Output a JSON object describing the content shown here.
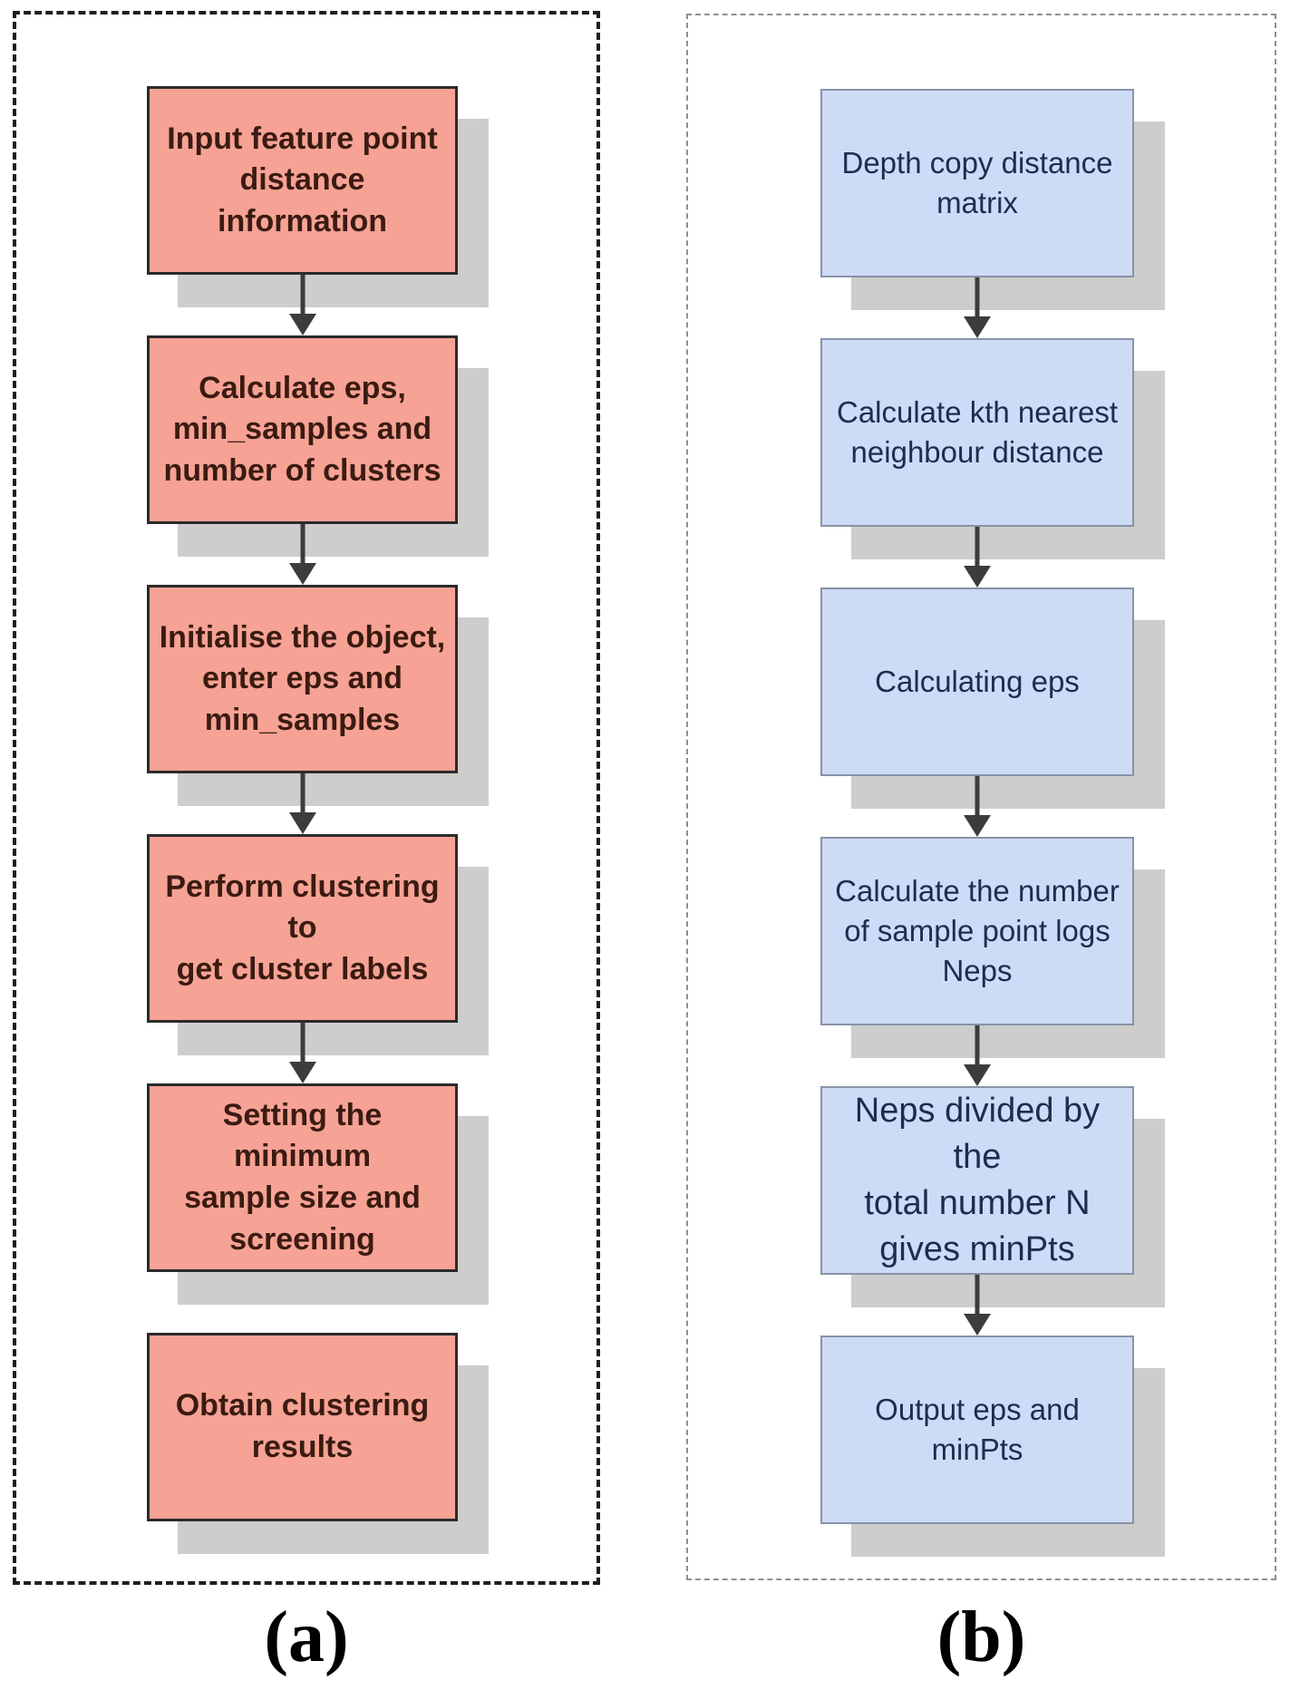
{
  "figure": {
    "shadow_color": "#CDCDCB",
    "arrow_color": "#3C3C3C",
    "panels": [
      {
        "id": "a",
        "caption": "(a)",
        "theme": {
          "box_fill": "#F6A294",
          "box_border": "#2B2B2B",
          "text_color": "#3A1B12",
          "dash_color": "#1F1F1F"
        },
        "steps": [
          {
            "text": "Input feature point\ndistance information",
            "arrow_to_next": true
          },
          {
            "text": "Calculate eps,\nmin_samples and\nnumber of clusters",
            "arrow_to_next": true
          },
          {
            "text": "Initialise the object,\nenter eps and\nmin_samples",
            "arrow_to_next": true
          },
          {
            "text": "Perform clustering to\nget cluster labels",
            "arrow_to_next": true
          },
          {
            "text": "Setting the minimum\nsample size and\nscreening",
            "arrow_to_next": false
          },
          {
            "text": "Obtain clustering\nresults",
            "arrow_to_next": false
          }
        ]
      },
      {
        "id": "b",
        "caption": "(b)",
        "theme": {
          "box_fill": "#CEDBF6",
          "box_border": "#8793A6",
          "text_color": "#1E2C4D",
          "dash_color": "#8F8F8F"
        },
        "steps": [
          {
            "text": "Depth copy distance\nmatrix",
            "arrow_to_next": true
          },
          {
            "text": "Calculate kth nearest\nneighbour distance",
            "arrow_to_next": true
          },
          {
            "text": "Calculating eps",
            "arrow_to_next": true
          },
          {
            "text": "Calculate the number\nof sample point logs\nNeps",
            "arrow_to_next": true
          },
          {
            "text": "Neps divided by the\ntotal number N\ngives minPts",
            "arrow_to_next": true,
            "emphasis": true
          },
          {
            "text": "Output eps and\nminPts",
            "arrow_to_next": false
          }
        ]
      }
    ]
  }
}
